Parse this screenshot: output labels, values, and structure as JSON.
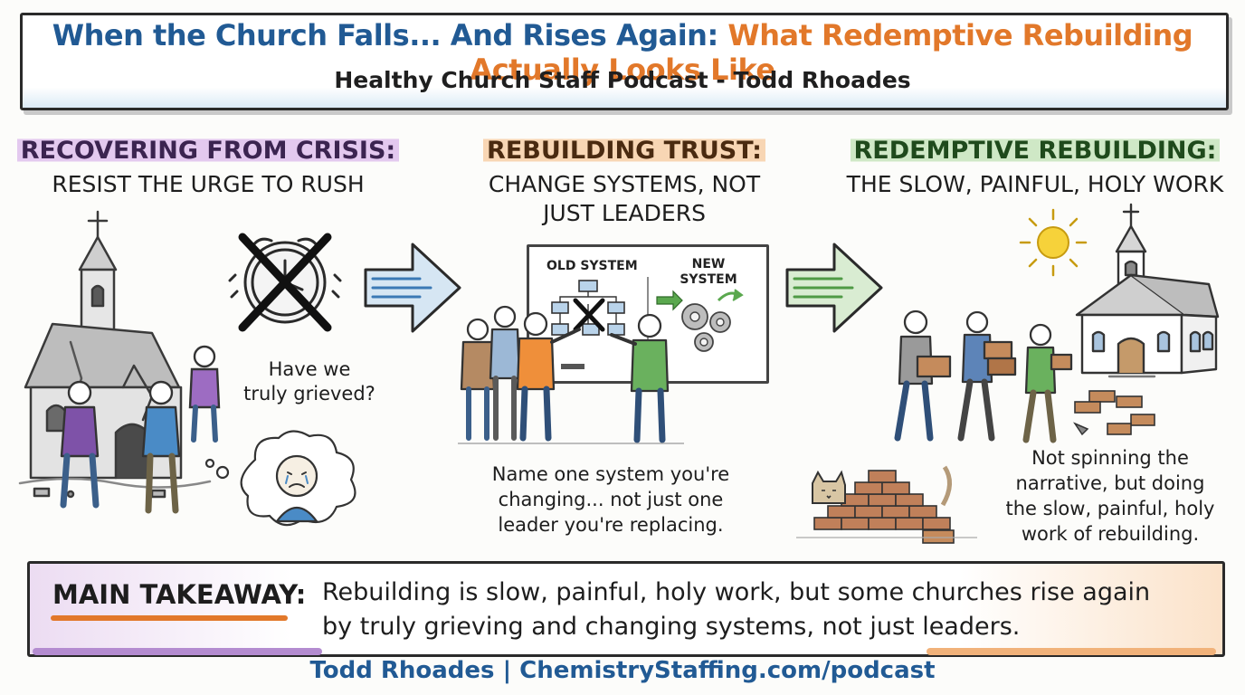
{
  "header": {
    "title_part1": "When the Church Falls... And Rises Again:",
    "title_part2": "What Redemptive Rebuilding Actually Looks Like",
    "subtitle": "Healthy Church Staff Podcast - Todd Rhoades"
  },
  "panels": [
    {
      "heading": "RECOVERING FROM CRISIS:",
      "subheading": "RESIST THE URGE TO RUSH",
      "bubble_text_line1": "Have we",
      "bubble_text_line2": "truly grieved?"
    },
    {
      "heading": "REBUILDING TRUST:",
      "subheading_line1": "CHANGE SYSTEMS, NOT",
      "subheading_line2": "JUST LEADERS",
      "board_old_label": "OLD SYSTEM",
      "board_new_label_line1": "NEW",
      "board_new_label_line2": "SYSTEM",
      "caption_line1": "Name one system you're",
      "caption_line2": "changing... not just one",
      "caption_line3": "leader you're replacing."
    },
    {
      "heading": "REDEMPTIVE REBUILDING:",
      "subheading": "THE SLOW, PAINFUL, HOLY WORK",
      "caption_line1": "Not spinning the",
      "caption_line2": "narrative, but doing",
      "caption_line3": "the slow, painful, holy",
      "caption_line4": "work of rebuilding."
    }
  ],
  "takeaway": {
    "label": "MAIN TAKEAWAY:",
    "text_line1": "Rebuilding is slow, painful, holy work, but some churches rise again",
    "text_line2": "by truly grieving and changing systems, not just leaders."
  },
  "footer": {
    "text": "Todd Rhoades | ChemistryStaffing.com/podcast"
  },
  "colors": {
    "title_blue": "#215a94",
    "title_orange": "#e2782a",
    "purple": "#8b55b0",
    "orange": "#e2782a",
    "green": "#4f9a45"
  }
}
